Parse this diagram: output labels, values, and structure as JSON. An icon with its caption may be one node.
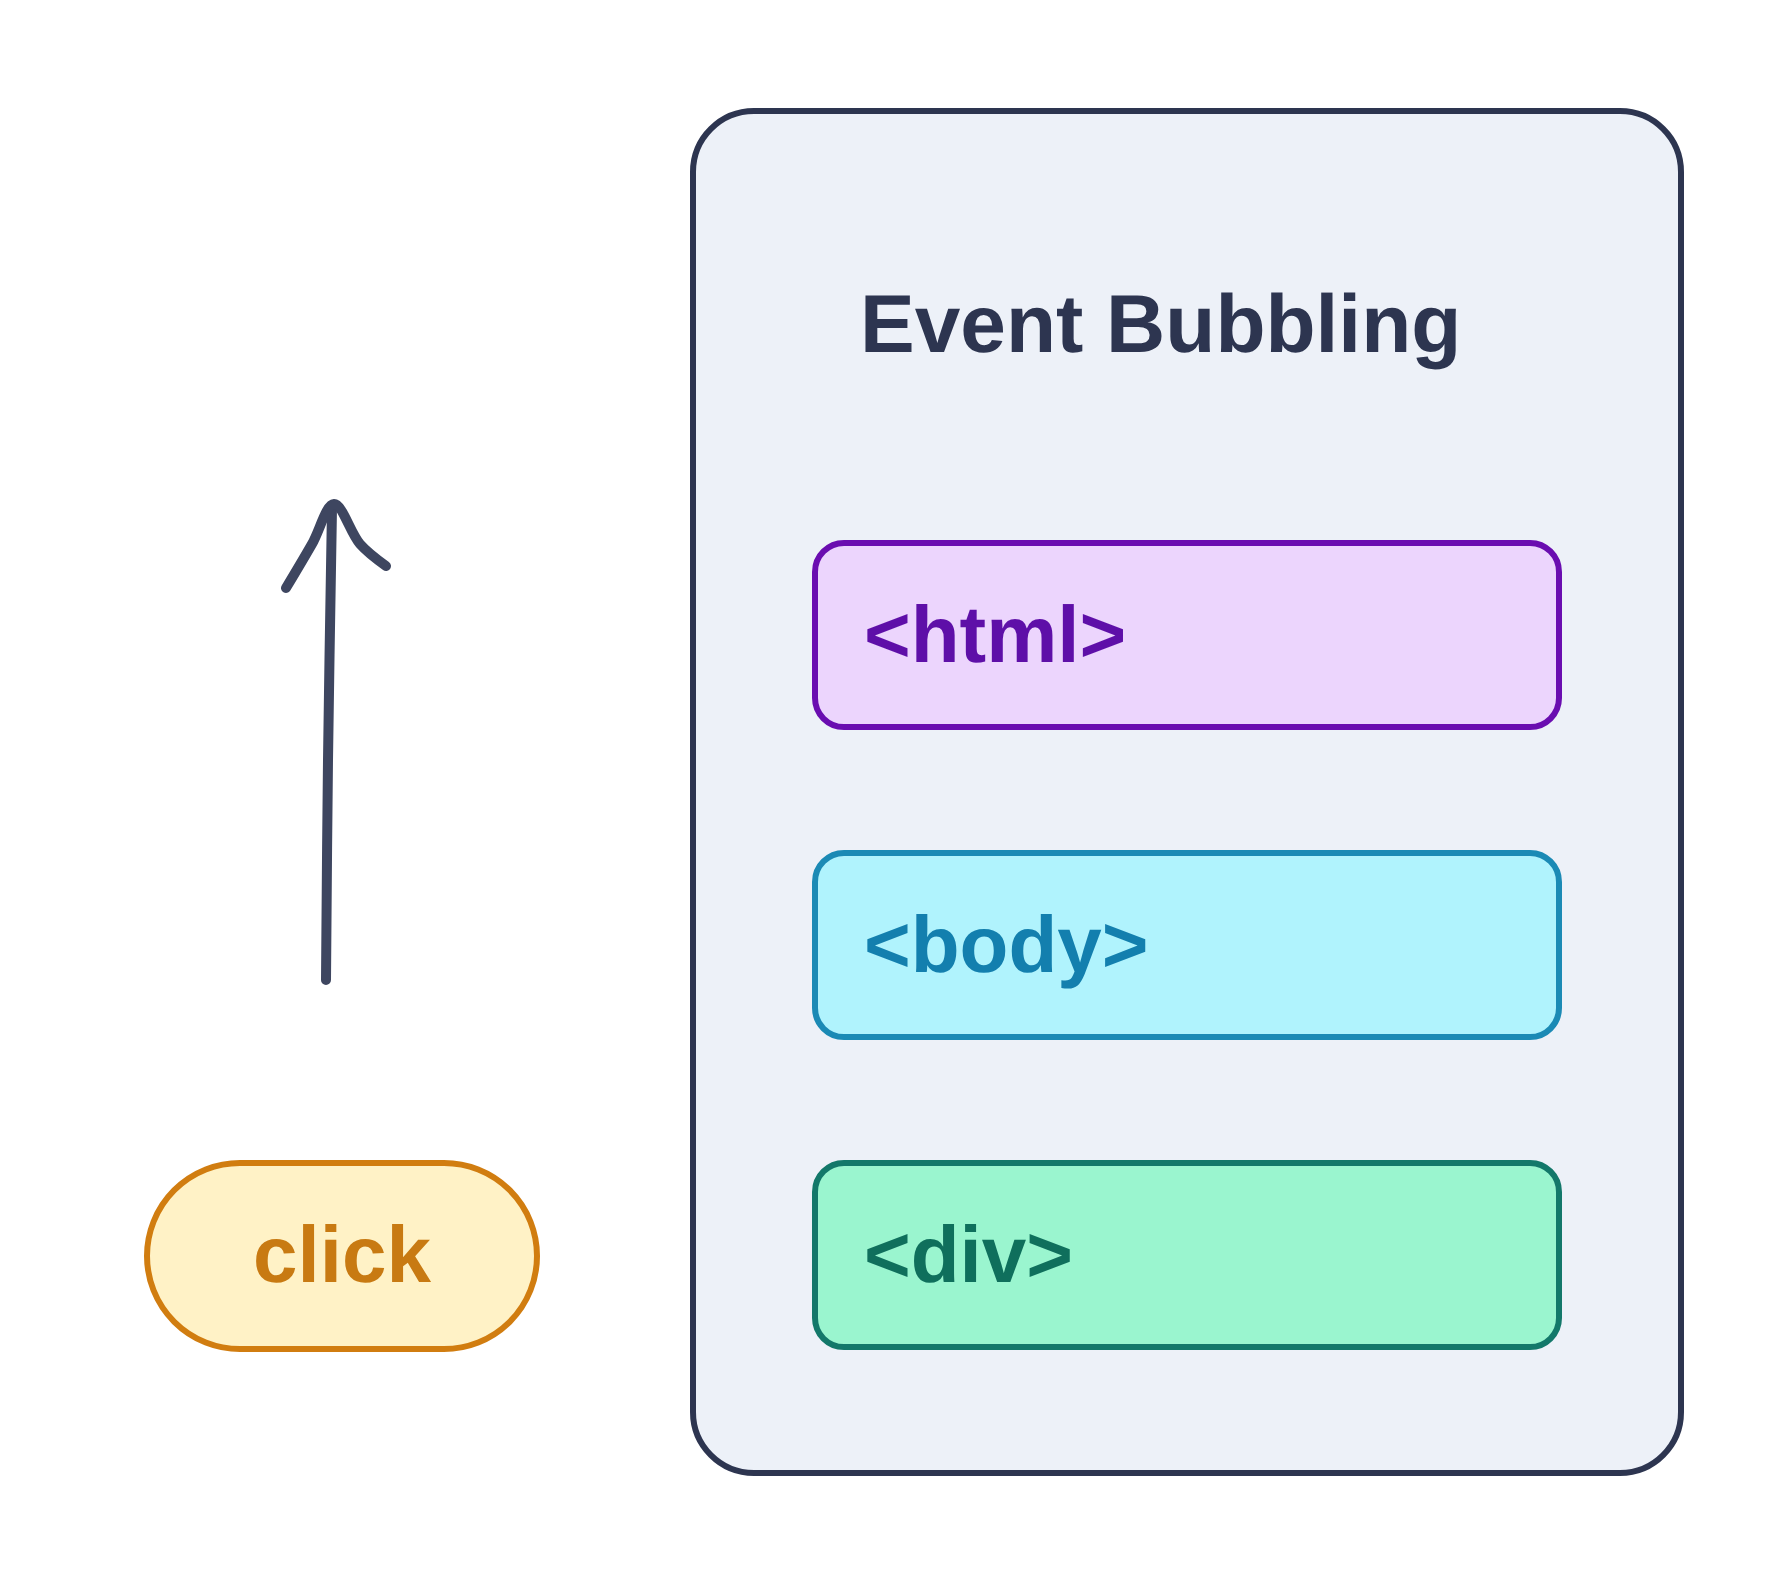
{
  "diagram": {
    "nodes": [
      {
        "text": [
          "Event Bubbling"
        ]
      },
      {
        "text": [
          "<html>"
        ],
        "in": 0
      },
      {
        "text": [
          "<body>"
        ],
        "in": 0
      },
      {
        "text": [
          "<div>"
        ],
        "in": 0
      },
      {
        "text": [
          "click"
        ]
      }
    ]
  }
}
